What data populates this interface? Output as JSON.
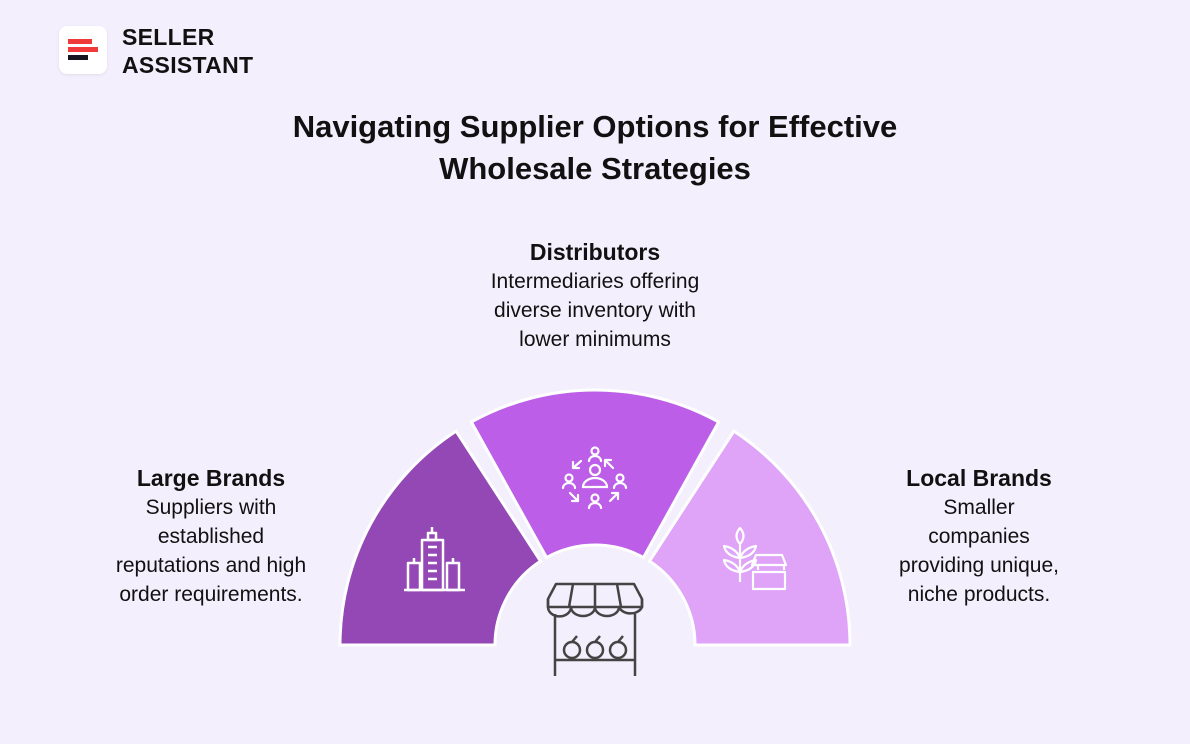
{
  "brand": {
    "line1": "SELLER",
    "line2": "ASSISTANT",
    "logo_colors": [
      "#f03a3a",
      "#f03a3a",
      "#16141f"
    ]
  },
  "title": {
    "line1": "Navigating Supplier Options for Effective",
    "line2": "Wholesale Strategies"
  },
  "segments": [
    {
      "title": "Large Brands",
      "lines": [
        "Suppliers with",
        "established",
        "reputations and high",
        "order requirements."
      ],
      "icon": "buildings-icon",
      "color": "#9448b5"
    },
    {
      "title": "Distributors",
      "lines": [
        "Intermediaries offering",
        "diverse inventory with",
        "lower minimums"
      ],
      "icon": "people-network-icon",
      "color": "#bc5ee8"
    },
    {
      "title": "Local Brands",
      "lines": [
        "Smaller",
        "companies",
        "providing unique,",
        "niche products."
      ],
      "icon": "wheat-shop-icon",
      "color": "#dfa3f8"
    }
  ],
  "center_icon": "market-stall-icon"
}
